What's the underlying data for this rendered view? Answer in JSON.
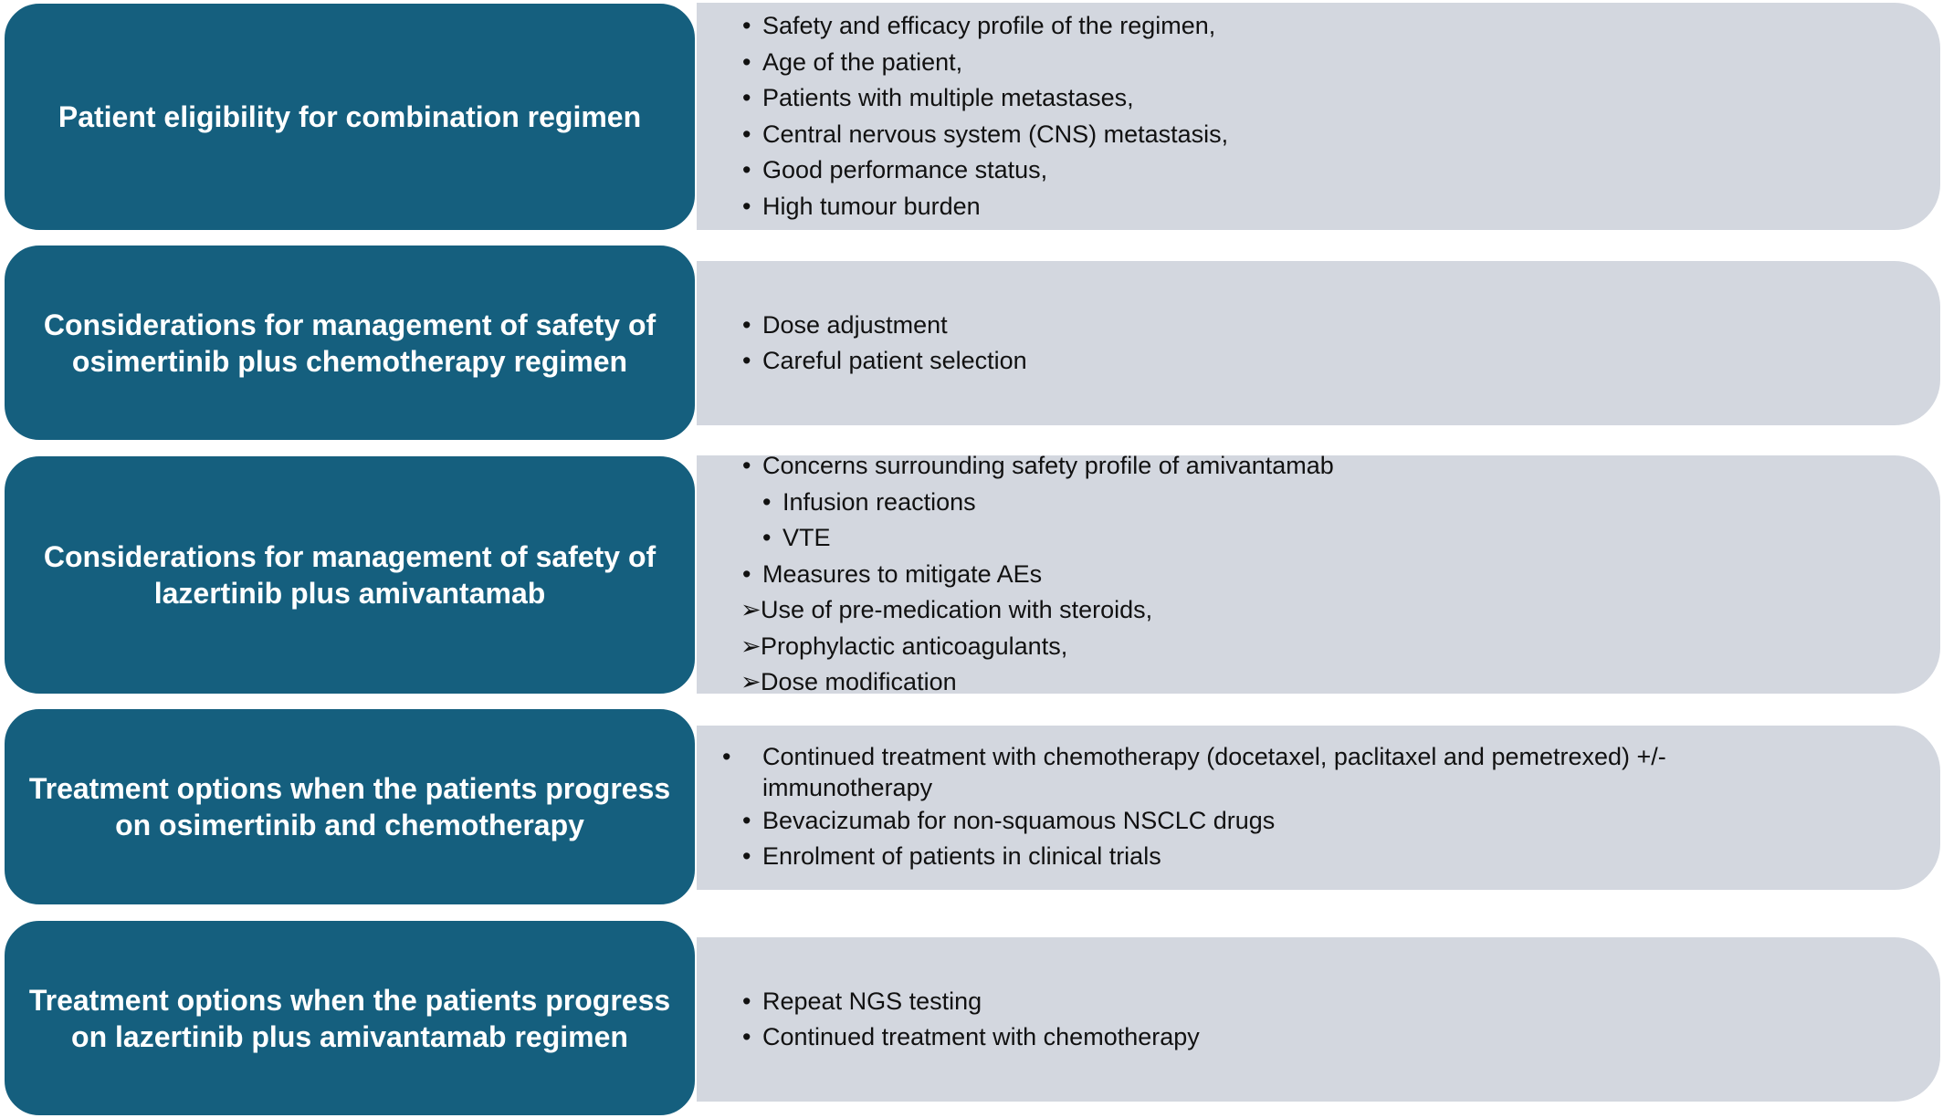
{
  "rows": [
    {
      "title": "Patient eligibility for combination regimen",
      "items": [
        {
          "marker": "•",
          "text": "Safety and efficacy profile of the regimen,"
        },
        {
          "marker": "•",
          "text": "Age of the patient,"
        },
        {
          "marker": "•",
          "text": "Patients with multiple metastases,"
        },
        {
          "marker": "•",
          "text": "Central nervous system (CNS) metastasis,"
        },
        {
          "marker": "•",
          "text": "Good performance status,"
        },
        {
          "marker": "•",
          "text": "High tumour burden"
        }
      ]
    },
    {
      "title": "Considerations for management of safety of osimertinib plus chemotherapy regimen",
      "items": [
        {
          "marker": "•",
          "text": "Dose adjustment"
        },
        {
          "marker": "•",
          "text": "Careful patient selection"
        }
      ]
    },
    {
      "title": "Considerations for management of safety of lazertinib plus amivantamab",
      "items": [
        {
          "marker": "•",
          "text": "Concerns surrounding safety profile of amivantamab"
        },
        {
          "marker": "•",
          "text": "Infusion reactions"
        },
        {
          "marker": "•",
          "text": "VTE"
        },
        {
          "marker": "•",
          "text": "Measures to mitigate AEs"
        },
        {
          "marker": "➢",
          "text": "Use of pre-medication with steroids,"
        },
        {
          "marker": "➢",
          "text": "Prophylactic anticoagulants,"
        },
        {
          "marker": "➢",
          "text": "Dose modification"
        }
      ]
    },
    {
      "title": "Treatment options when the patients progress on osimertinib and chemotherapy",
      "items": [
        {
          "marker": "•",
          "text": "Continued treatment with chemotherapy (docetaxel, paclitaxel and pemetrexed) +/- immunotherapy"
        },
        {
          "marker": "•",
          "text": "Bevacizumab for non-squamous NSCLC drugs"
        },
        {
          "marker": "•",
          "text": "Enrolment of patients in clinical trials"
        }
      ]
    },
    {
      "title": "Treatment options when the patients progress on lazertinib plus amivantamab regimen",
      "items": [
        {
          "marker": "•",
          "text": "Repeat NGS testing"
        },
        {
          "marker": "•",
          "text": "Continued treatment with chemotherapy"
        }
      ]
    }
  ]
}
